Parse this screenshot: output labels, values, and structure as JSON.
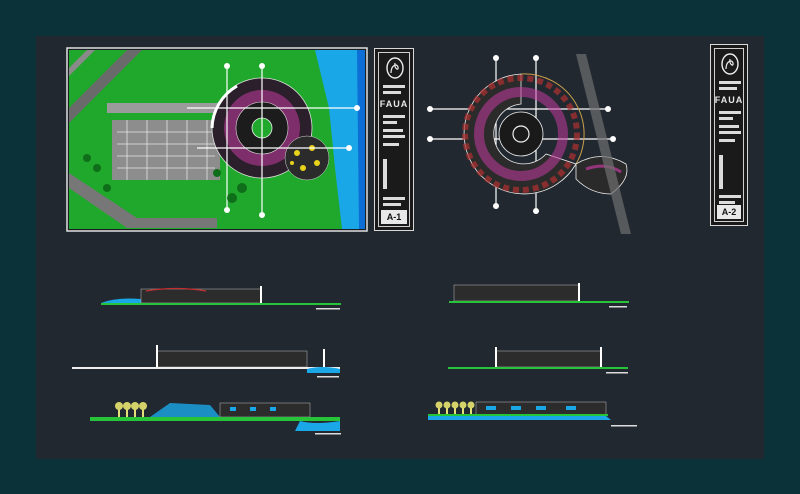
{
  "sheets": [
    {
      "org": "FAUA",
      "number": "A-1"
    },
    {
      "org": "FAUA",
      "number": "A-2"
    }
  ],
  "colors": {
    "background": "#0a3238",
    "drawing_area": "#212830",
    "site_green": "#1fa82b",
    "water": "#1aa7e8",
    "ground_line": "#27c43a",
    "magenta": "#c23a9e"
  }
}
